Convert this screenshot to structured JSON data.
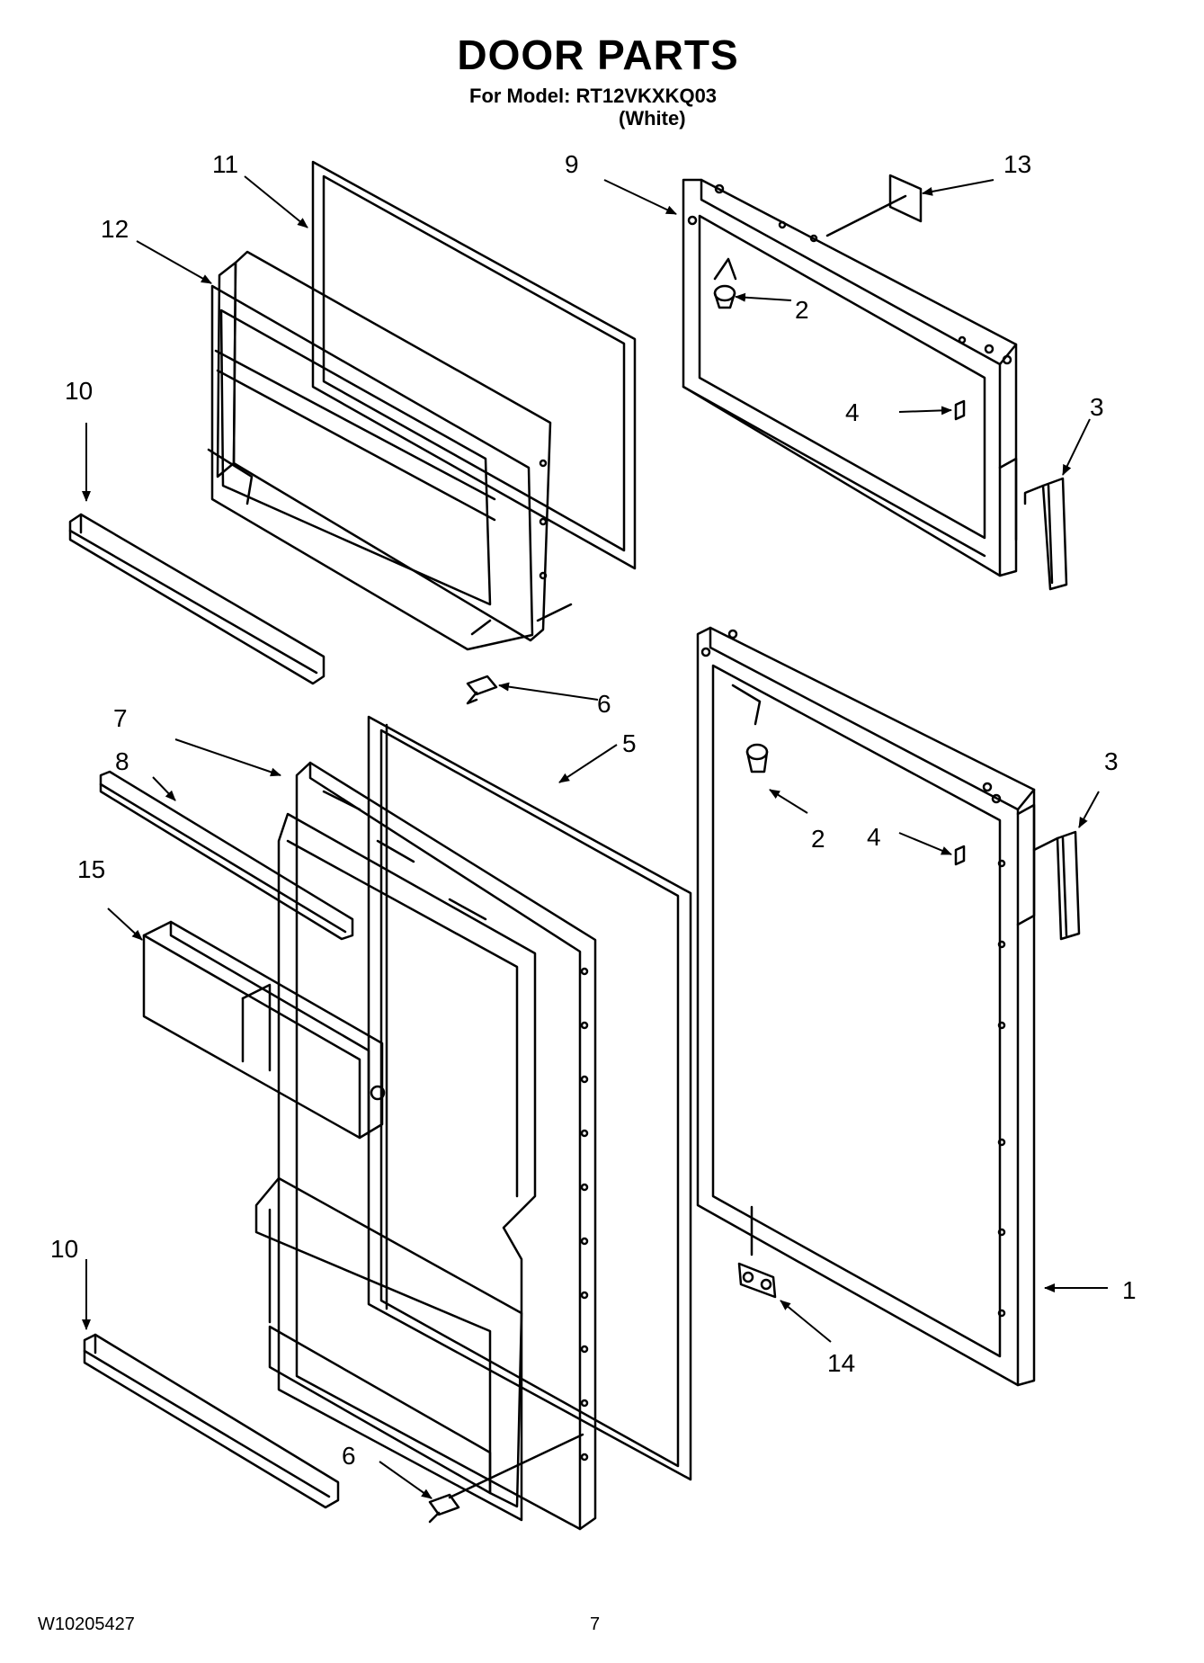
{
  "header": {
    "title": "DOOR PARTS",
    "model_line": "For Model: RT12VKXKQ03",
    "color_line": "(White)"
  },
  "callouts": {
    "c1": "1",
    "c2a": "2",
    "c2b": "2",
    "c3a": "3",
    "c3b": "3",
    "c4a": "4",
    "c4b": "4",
    "c5": "5",
    "c6a": "6",
    "c6b": "6",
    "c7": "7",
    "c8": "8",
    "c9": "9",
    "c10a": "10",
    "c10b": "10",
    "c11": "11",
    "c12": "12",
    "c13": "13",
    "c14": "14",
    "c15": "15"
  },
  "footer": {
    "doc_code": "W10205427",
    "page_number": "7"
  }
}
